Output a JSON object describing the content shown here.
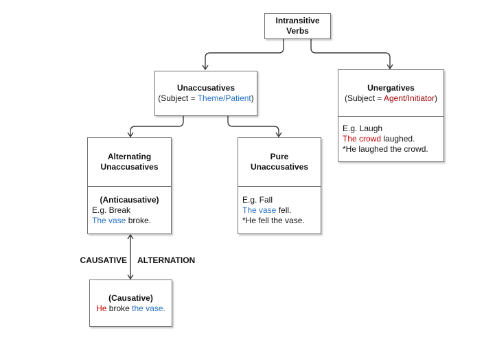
{
  "colors": {
    "patient_blue": "#2672C4",
    "agent_red": "#A00000",
    "example_red": "#C00000",
    "box_border": "#6F6F6F",
    "arrow": "#3A3A3A"
  },
  "root_box": {
    "title": "Intransitive Verbs"
  },
  "unaccusatives_box": {
    "title": "Unaccusatives",
    "subject_prefix": "(Subject = ",
    "subject_role": "Theme/Patient",
    "subject_suffix": ")"
  },
  "unergatives_box": {
    "title": "Unergatives",
    "subject_prefix": "(Subject = ",
    "subject_role": "Agent/Initiator",
    "subject_suffix": ")",
    "example_label": "E.g. Laugh",
    "grammatical_subject": "The crowd",
    "grammatical_rest": " laughed.",
    "ungrammatical_example": "*He laughed the crowd."
  },
  "alternating_box": {
    "title": "Alternating Unaccusatives",
    "subtitle": "(Anticausative)",
    "example_label": "E.g. Break",
    "grammatical_subject": "The vase",
    "grammatical_rest": " broke."
  },
  "pure_box": {
    "title": "Pure Unaccusatives",
    "example_label": "E.g. Fall",
    "grammatical_subject": "The vase",
    "grammatical_rest": " fell.",
    "ungrammatical_example": "*He fell the vase."
  },
  "causative_box": {
    "subtitle": "(Causative)",
    "sentence_subject": "He",
    "sentence_verb": " broke ",
    "sentence_object": "the vase."
  },
  "alternation_label": {
    "left": "CAUSATIVE",
    "right": "ALTERNATION"
  }
}
